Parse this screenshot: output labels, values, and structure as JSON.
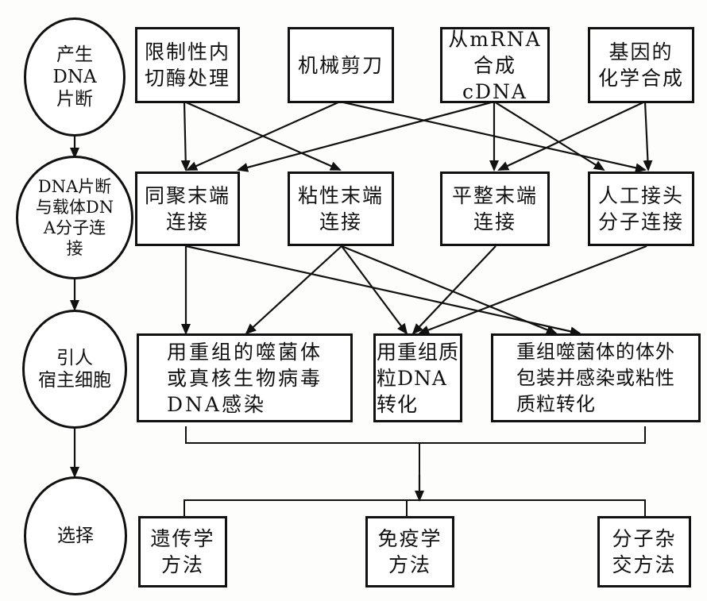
{
  "stages": [
    {
      "id": "stage-1",
      "label": "产生\nDNA\n片断"
    },
    {
      "id": "stage-2",
      "label": "DNA片断\n与载体DN\nA分子连\n接"
    },
    {
      "id": "stage-3",
      "label": "引人\n宿主细胞"
    },
    {
      "id": "stage-4",
      "label": "选择"
    }
  ],
  "methods_row1": [
    {
      "label": "限制性内\n切酶处理"
    },
    {
      "label": "机械剪刀"
    },
    {
      "label": "从mRNA\n合成cDNA"
    },
    {
      "label": "基因的\n化学合成"
    }
  ],
  "methods_row2": [
    {
      "label": "同聚末端\n连接"
    },
    {
      "label": "粘性末端\n连接"
    },
    {
      "label": "平整末端\n连接"
    },
    {
      "label": "人工接头\n分子连接"
    }
  ],
  "methods_row3": [
    {
      "label": "用重组的噬菌体\n或真核生物病毒\nDNA感染"
    },
    {
      "label": "用重组质\n粒DNA\n转化"
    },
    {
      "label": "重组噬菌体的体外\n包装并感染或粘性\n质粒转化"
    }
  ],
  "methods_row4": [
    {
      "label": "遗传学\n方法"
    },
    {
      "label": "免疫学\n方法"
    },
    {
      "label": "分子杂\n交方法"
    }
  ],
  "colors": {
    "ink": "#111111",
    "paper": "#fdfdfb"
  }
}
